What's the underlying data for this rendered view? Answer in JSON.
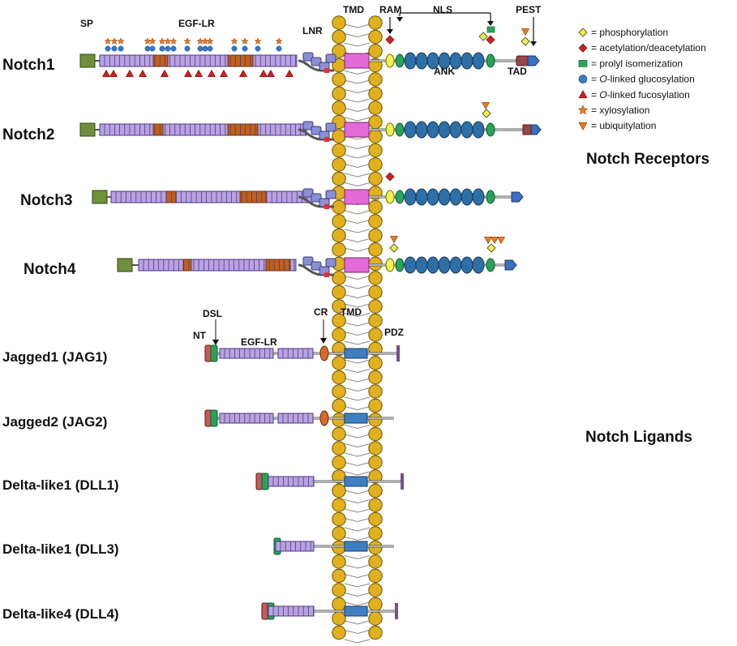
{
  "colors": {
    "signal_peptide": "#6f8f3a",
    "egf_repeat": "#b9a2e3",
    "egf_calcium": "#c0601a",
    "lnr": "#8c8ed6",
    "tmd_receptor": "#e46ad7",
    "tmd_ligand": "#3f7fc0",
    "ankyrin": "#2e6fa6",
    "ram_node": "#f3f14a",
    "nls_node": "#2aa35a",
    "tad": "#9a4646",
    "pest": "#3a6fbf",
    "membrane_bead": "#e0b01e",
    "linker": "#9a9a9a",
    "nt_domain": "#c95858",
    "dsl_domain": "#27a25a",
    "cr_domain": "#d96a2b",
    "pdz": "#7a4d93"
  },
  "receptors": {
    "section_title": "Notch Receptors",
    "domain_labels": {
      "sp": "SP",
      "egf_lr": "EGF-LR",
      "lnr": "LNR",
      "tmd": "TMD",
      "ram": "RAM",
      "nls": "NLS",
      "pest": "PEST",
      "ank": "ANK",
      "tad": "TAD"
    },
    "items": [
      {
        "name": "Notch1"
      },
      {
        "name": "Notch2"
      },
      {
        "name": "Notch3"
      },
      {
        "name": "Notch4"
      }
    ]
  },
  "ligands": {
    "section_title": "Notch Ligands",
    "domain_labels": {
      "nt": "NT",
      "dsl": "DSL",
      "egf_lr": "EGF-LR",
      "cr": "CR",
      "tmd": "TMD",
      "pdz": "PDZ"
    },
    "items": [
      {
        "name": "Jagged1 (JAG1)"
      },
      {
        "name": "Jagged2 (JAG2)"
      },
      {
        "name": "Delta-like1 (DLL1)"
      },
      {
        "name": "Delta-like1 (DLL3)"
      },
      {
        "name": "Delta-like4 (DLL4)"
      }
    ]
  },
  "legend": {
    "prefix": "= ",
    "items": [
      {
        "shape": "diamond",
        "color": "#f3f14a",
        "text": "phosphorylation",
        "italic": ""
      },
      {
        "shape": "diamond",
        "color": "#e01818",
        "text": "acetylation/deacetylation",
        "italic": ""
      },
      {
        "shape": "rect",
        "color": "#2aa35a",
        "text": "prolyl isomerization",
        "italic": ""
      },
      {
        "shape": "circle",
        "color": "#3a78c8",
        "italic": "O",
        "text": "-linked  glucosylation"
      },
      {
        "shape": "triangle-up",
        "color": "#d21c1c",
        "italic": "O",
        "text": "-linked  fucosylation"
      },
      {
        "shape": "star",
        "color": "#ea7a2a",
        "text": "xylosylation",
        "italic": ""
      },
      {
        "shape": "triangle-down",
        "color": "#ea7a2a",
        "text": "ubiquitylation",
        "italic": ""
      }
    ]
  }
}
